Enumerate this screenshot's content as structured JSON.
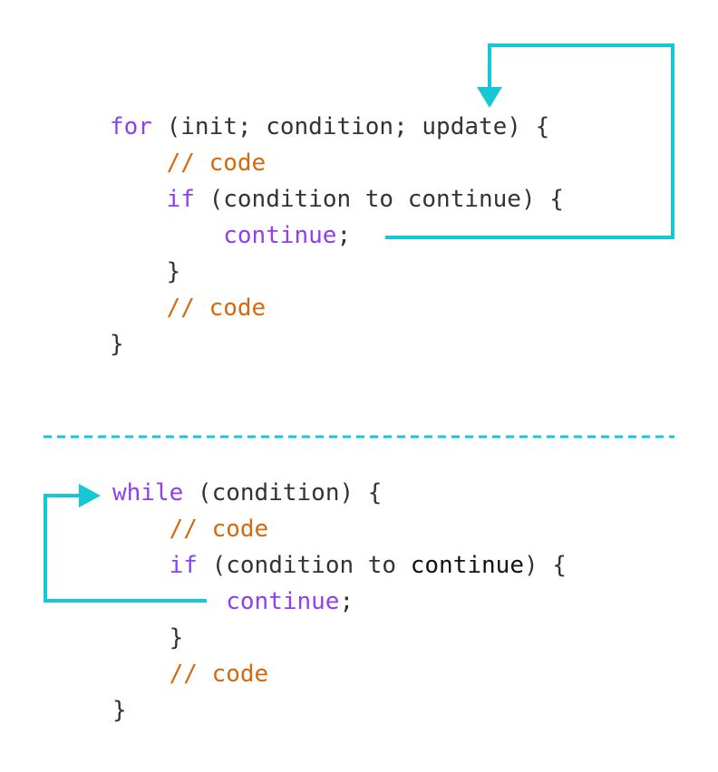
{
  "colors": {
    "keyword": "#8f3ff0",
    "comment": "#d4690f",
    "text": "#333333",
    "arrow": "#14c8d4"
  },
  "for_loop": {
    "kw_for": "for",
    "header": " (init; condition; update) {",
    "comment1": "// code",
    "kw_if": "if",
    "if_cond": " (condition to continue) {",
    "kw_continue": "continue",
    "semicolon": ";",
    "close_if": "}",
    "comment2": "// code",
    "close_for": "}"
  },
  "while_loop": {
    "kw_while": "while",
    "header": " (condition) {",
    "comment1": "// code",
    "kw_if": "if",
    "if_open": " (condition to ",
    "if_word": "continue",
    "if_close": ") {",
    "kw_continue": "continue",
    "semicolon": ";",
    "close_if": "}",
    "comment2": "// code",
    "close_while": "}"
  }
}
